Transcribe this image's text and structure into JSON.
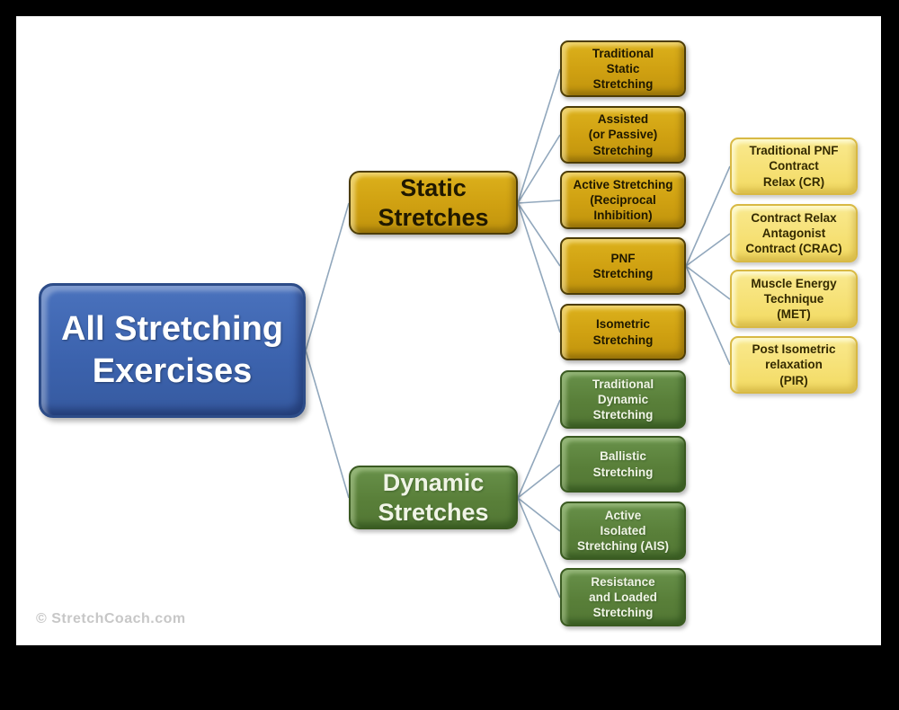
{
  "diagram": {
    "root": {
      "label": "All Stretching\nExercises"
    },
    "branches": {
      "static": {
        "label": "Static\nStretches"
      },
      "dynamic": {
        "label": "Dynamic\nStretches"
      }
    },
    "static_children": [
      {
        "label": "Traditional\nStatic\nStretching"
      },
      {
        "label": "Assisted\n(or Passive)\nStretching"
      },
      {
        "label": "Active Stretching\n(Reciprocal\nInhibition)"
      },
      {
        "label": "PNF\nStretching"
      },
      {
        "label": "Isometric\nStretching"
      }
    ],
    "pnf_children": [
      {
        "label": "Traditional PNF\nContract\nRelax (CR)"
      },
      {
        "label": "Contract Relax\nAntagonist\nContract (CRAC)"
      },
      {
        "label": "Muscle Energy\nTechnique\n(MET)"
      },
      {
        "label": "Post Isometric\nrelaxation\n(PIR)"
      }
    ],
    "dynamic_children": [
      {
        "label": "Traditional\nDynamic\nStretching"
      },
      {
        "label": "Ballistic\nStretching"
      },
      {
        "label": "Active\nIsolated\nStretching (AIS)"
      },
      {
        "label": "Resistance\nand Loaded\nStretching"
      }
    ]
  },
  "watermark": "© StretchCoach.com",
  "colors": {
    "root_fill": "#3c63ae",
    "branch_static_fill": "#cfa011",
    "branch_dynamic_fill": "#597f39",
    "leaf_static_fill": "#cfa011",
    "leaf_pnf_fill": "#f6e176",
    "leaf_dynamic_fill": "#597f39",
    "connector": "#91a7bc",
    "frame": "#000000",
    "canvas": "#ffffff"
  }
}
